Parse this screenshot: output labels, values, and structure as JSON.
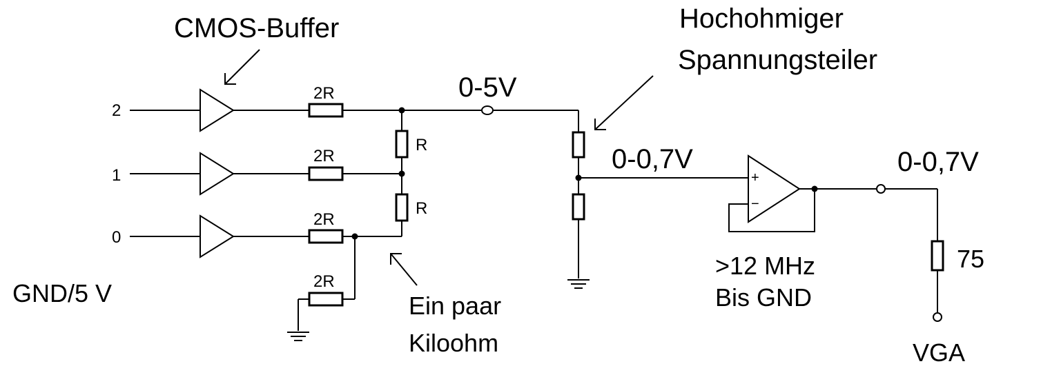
{
  "labels": {
    "cmos_buffer": "CMOS-Buffer",
    "high_impedance_line1": "Hochohmiger",
    "high_impedance_line2": "Spannungsteiler",
    "voltage_0_5": "0-5V",
    "voltage_divider_out": "0-0,7V",
    "voltage_output": "0-0,7V",
    "gnd_5v": "GND/5 V",
    "few_kiloohm_line1": "Ein paar",
    "few_kiloohm_line2": "Kiloohm",
    "bandwidth": ">12 MHz",
    "to_gnd": "Bis GND",
    "vga": "VGA",
    "load_75": "75"
  },
  "inputs": [
    {
      "bit": "2"
    },
    {
      "bit": "1"
    },
    {
      "bit": "0"
    }
  ],
  "resistors": {
    "r2r_top": "2R",
    "r2r_mid": "2R",
    "r2r_bot": "2R",
    "r2r_gnd": "2R",
    "r_upper": "R",
    "r_lower": "R"
  },
  "opamp": {
    "plus": "+",
    "minus": "−"
  }
}
